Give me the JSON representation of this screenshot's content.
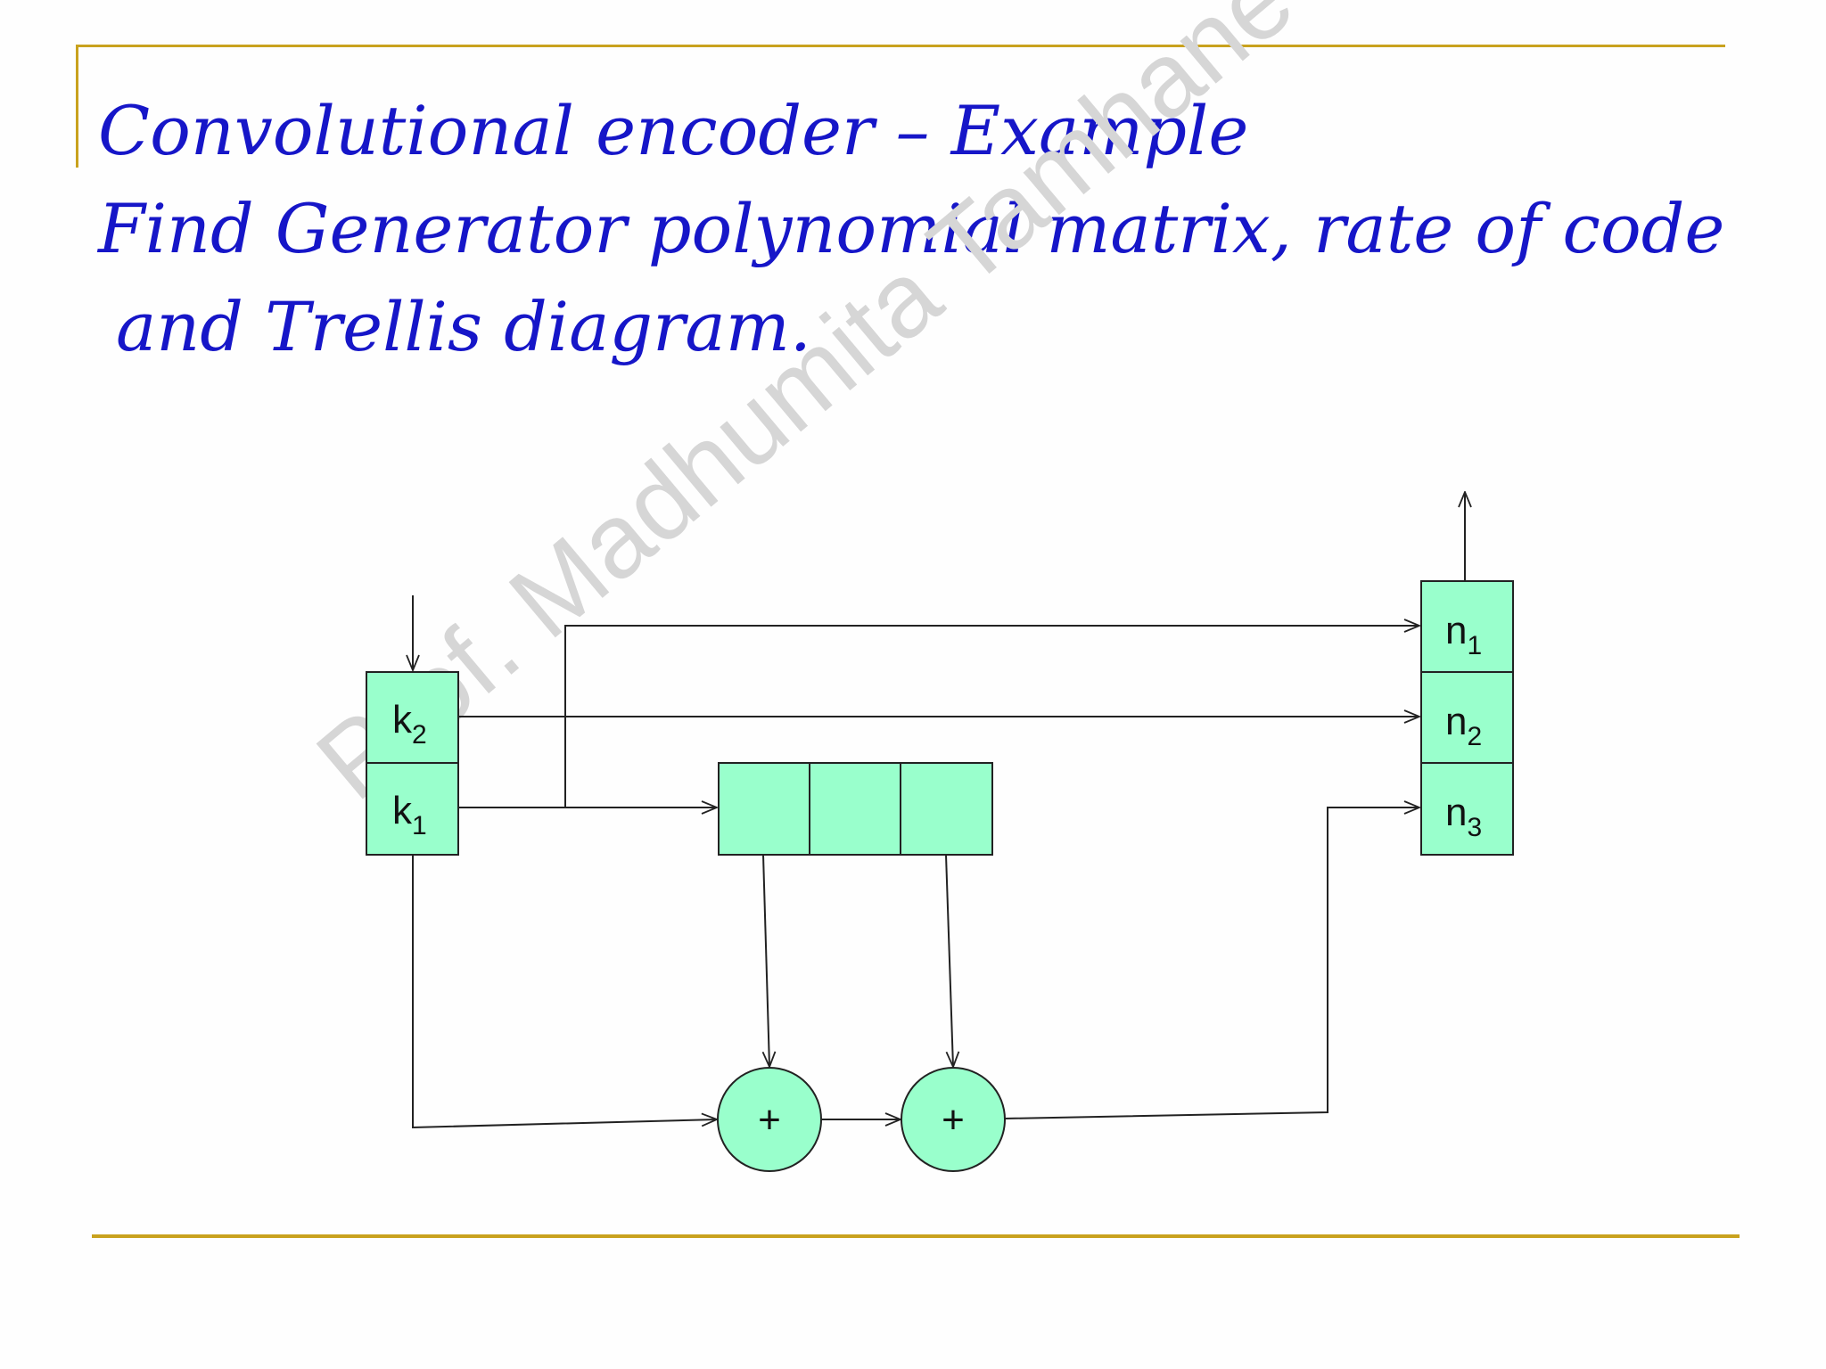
{
  "slide": {
    "title_lines": [
      "Convolutional encoder – Example",
      "Find Generator polynomial matrix, rate of code",
      " and Trellis diagram."
    ],
    "watermark": "Prof. Madhumita Tamhane"
  },
  "diagram": {
    "inputs": [
      {
        "letter": "k",
        "index": "2"
      },
      {
        "letter": "k",
        "index": "1"
      }
    ],
    "outputs": [
      {
        "letter": "n",
        "index": "1"
      },
      {
        "letter": "n",
        "index": "2"
      },
      {
        "letter": "n",
        "index": "3"
      }
    ],
    "register_cells": 3,
    "adders": [
      "+",
      "+"
    ]
  },
  "colors": {
    "accent_rule": "#c9a21e",
    "title_text": "#1616c8",
    "box_fill": "#99ffcc",
    "watermark": "#d6d6d6"
  }
}
